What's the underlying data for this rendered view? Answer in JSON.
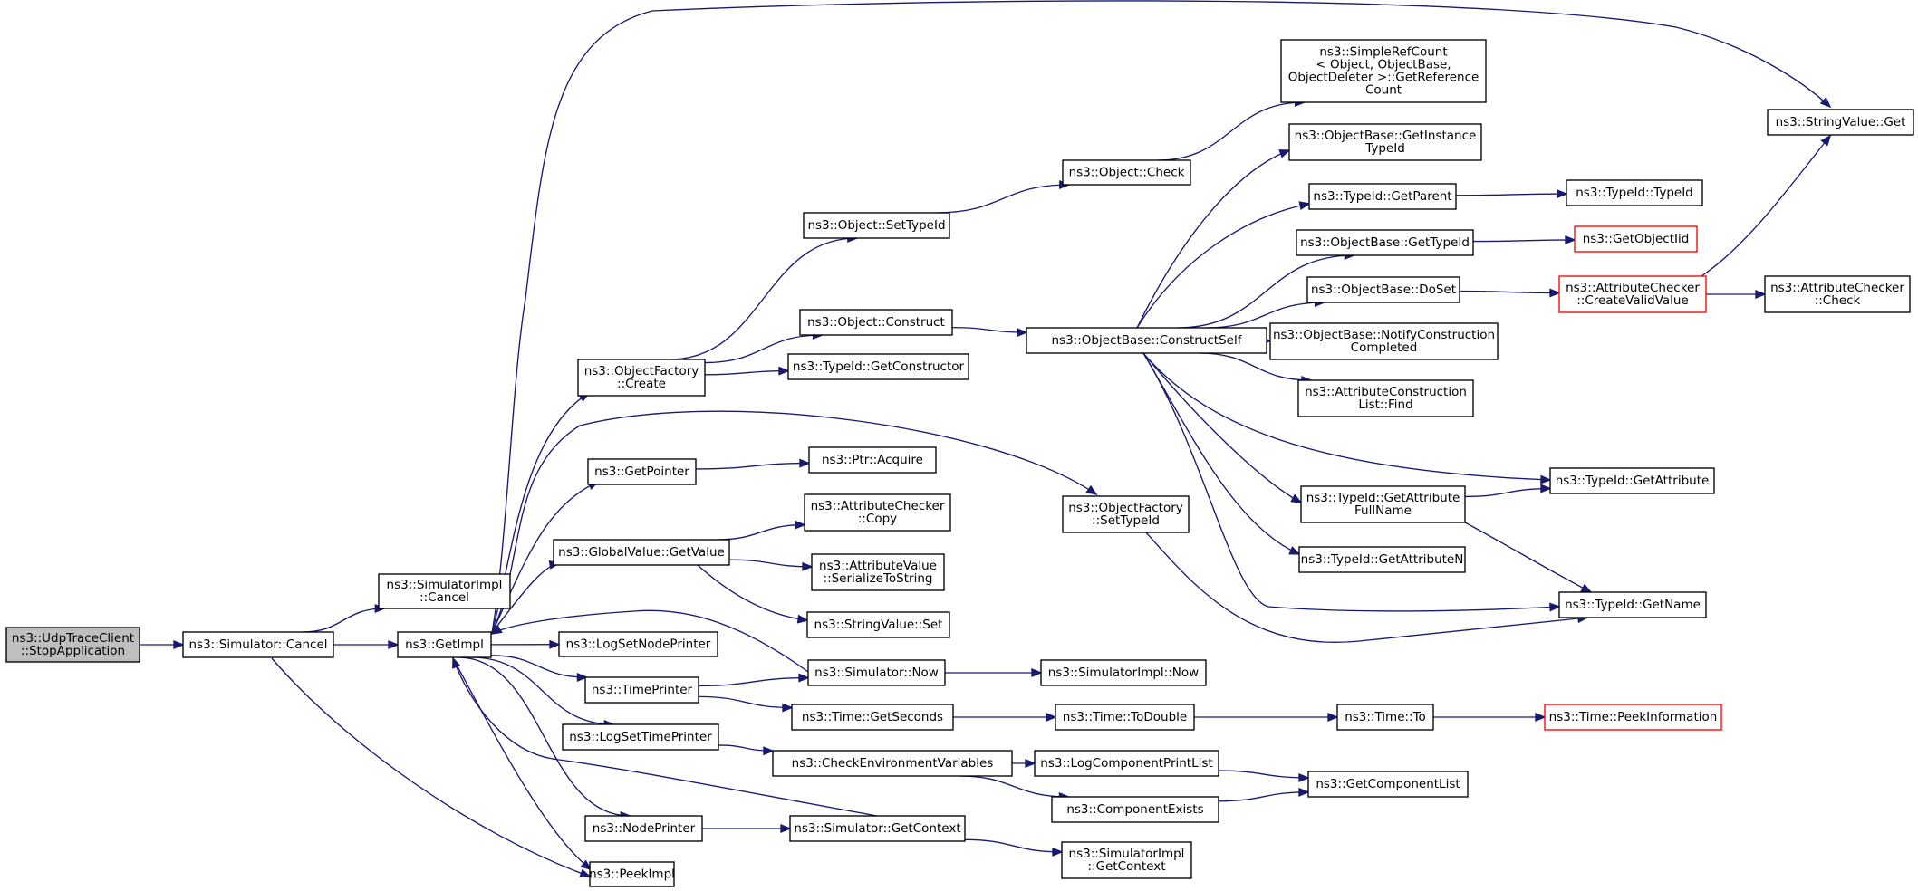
{
  "nodes": [
    {
      "id": "udp_stop",
      "lines": [
        "ns3::UdpTraceClient",
        "::StopApplication"
      ],
      "root": true
    },
    {
      "id": "sim_cancel",
      "lines": [
        "ns3::Simulator::Cancel"
      ]
    },
    {
      "id": "simimpl_cancel",
      "lines": [
        "ns3::SimulatorImpl",
        "::Cancel"
      ]
    },
    {
      "id": "getimpl",
      "lines": [
        "ns3::GetImpl"
      ]
    },
    {
      "id": "peekimpl",
      "lines": [
        "ns3::PeekImpl"
      ]
    },
    {
      "id": "of_create",
      "lines": [
        "ns3::ObjectFactory",
        "::Create"
      ]
    },
    {
      "id": "getpointer",
      "lines": [
        "ns3::GetPointer"
      ]
    },
    {
      "id": "gv_getvalue",
      "lines": [
        "ns3::GlobalValue::GetValue"
      ]
    },
    {
      "id": "logsetnodeprinter",
      "lines": [
        "ns3::LogSetNodePrinter"
      ]
    },
    {
      "id": "timeprinter",
      "lines": [
        "ns3::TimePrinter"
      ]
    },
    {
      "id": "logsettimeprinter",
      "lines": [
        "ns3::LogSetTimePrinter"
      ]
    },
    {
      "id": "nodeprinter",
      "lines": [
        "ns3::NodePrinter"
      ]
    },
    {
      "id": "obj_settypeid",
      "lines": [
        "ns3::Object::SetTypeId"
      ]
    },
    {
      "id": "obj_construct",
      "lines": [
        "ns3::Object::Construct"
      ]
    },
    {
      "id": "tid_getconstructor",
      "lines": [
        "ns3::TypeId::GetConstructor"
      ]
    },
    {
      "id": "ptr_acquire",
      "lines": [
        "ns3::Ptr::Acquire"
      ]
    },
    {
      "id": "ac_copy",
      "lines": [
        "ns3::AttributeChecker",
        "::Copy"
      ]
    },
    {
      "id": "av_serialize",
      "lines": [
        "ns3::AttributeValue",
        "::SerializeToString"
      ]
    },
    {
      "id": "sv_set",
      "lines": [
        "ns3::StringValue::Set"
      ]
    },
    {
      "id": "sim_now",
      "lines": [
        "ns3::Simulator::Now"
      ]
    },
    {
      "id": "time_getseconds",
      "lines": [
        "ns3::Time::GetSeconds"
      ]
    },
    {
      "id": "checkenv",
      "lines": [
        "ns3::CheckEnvironmentVariables"
      ]
    },
    {
      "id": "sim_getcontext",
      "lines": [
        "ns3::Simulator::GetContext"
      ]
    },
    {
      "id": "obj_check",
      "lines": [
        "ns3::Object::Check"
      ]
    },
    {
      "id": "ob_constructself",
      "lines": [
        "ns3::ObjectBase::ConstructSelf"
      ]
    },
    {
      "id": "of_settypeid",
      "lines": [
        "ns3::ObjectFactory",
        "::SetTypeId"
      ]
    },
    {
      "id": "simimpl_now",
      "lines": [
        "ns3::SimulatorImpl::Now"
      ]
    },
    {
      "id": "time_todouble",
      "lines": [
        "ns3::Time::ToDouble"
      ]
    },
    {
      "id": "logcomponentprintlist",
      "lines": [
        "ns3::LogComponentPrintList"
      ]
    },
    {
      "id": "componentexists",
      "lines": [
        "ns3::ComponentExists"
      ]
    },
    {
      "id": "simimpl_getcontext",
      "lines": [
        "ns3::SimulatorImpl",
        "::GetContext"
      ]
    },
    {
      "id": "srefcount",
      "lines": [
        "ns3::SimpleRefCount",
        "< Object, ObjectBase,",
        "ObjectDeleter >::GetReference",
        "Count"
      ]
    },
    {
      "id": "ob_getinstancetypeid",
      "lines": [
        "ns3::ObjectBase::GetInstance",
        "TypeId"
      ]
    },
    {
      "id": "tid_getparent",
      "lines": [
        "ns3::TypeId::GetParent"
      ]
    },
    {
      "id": "ob_gettypeid",
      "lines": [
        "ns3::ObjectBase::GetTypeId"
      ]
    },
    {
      "id": "ob_doset",
      "lines": [
        "ns3::ObjectBase::DoSet"
      ]
    },
    {
      "id": "ob_notify",
      "lines": [
        "ns3::ObjectBase::NotifyConstruction",
        "Completed"
      ]
    },
    {
      "id": "acl_find",
      "lines": [
        "ns3::AttributeConstruction",
        "List::Find"
      ]
    },
    {
      "id": "tid_getattributefullname",
      "lines": [
        "ns3::TypeId::GetAttribute",
        "FullName"
      ]
    },
    {
      "id": "tid_getattributen",
      "lines": [
        "ns3::TypeId::GetAttributeN"
      ]
    },
    {
      "id": "time_to",
      "lines": [
        "ns3::Time::To"
      ]
    },
    {
      "id": "getcomponentlist",
      "lines": [
        "ns3::GetComponentList"
      ]
    },
    {
      "id": "sv_get",
      "lines": [
        "ns3::StringValue::Get"
      ]
    },
    {
      "id": "tid_typeid",
      "lines": [
        "ns3::TypeId::TypeId"
      ]
    },
    {
      "id": "getobjectiid",
      "lines": [
        "ns3::GetObjectIid"
      ],
      "red": true
    },
    {
      "id": "ac_createvalidvalue",
      "lines": [
        "ns3::AttributeChecker",
        "::CreateValidValue"
      ],
      "red": true
    },
    {
      "id": "ac_check",
      "lines": [
        "ns3::AttributeChecker",
        "::Check"
      ]
    },
    {
      "id": "tid_getattribute",
      "lines": [
        "ns3::TypeId::GetAttribute"
      ]
    },
    {
      "id": "tid_getname",
      "lines": [
        "ns3::TypeId::GetName"
      ]
    },
    {
      "id": "time_peekinformation",
      "lines": [
        "ns3::Time::PeekInformation"
      ],
      "red": true
    }
  ],
  "edges": [
    [
      "udp_stop",
      "sim_cancel"
    ],
    [
      "sim_cancel",
      "simimpl_cancel"
    ],
    [
      "sim_cancel",
      "getimpl"
    ],
    [
      "sim_cancel",
      "peekimpl"
    ],
    [
      "getimpl",
      "sv_get"
    ],
    [
      "getimpl",
      "of_create"
    ],
    [
      "getimpl",
      "of_settypeid"
    ],
    [
      "getimpl",
      "getpointer"
    ],
    [
      "getimpl",
      "gv_getvalue"
    ],
    [
      "getimpl",
      "logsetnodeprinter"
    ],
    [
      "getimpl",
      "timeprinter"
    ],
    [
      "getimpl",
      "logsettimeprinter"
    ],
    [
      "getimpl",
      "nodeprinter"
    ],
    [
      "getimpl",
      "peekimpl"
    ],
    [
      "of_create",
      "obj_settypeid"
    ],
    [
      "of_create",
      "obj_construct"
    ],
    [
      "of_create",
      "tid_getconstructor"
    ],
    [
      "getpointer",
      "ptr_acquire"
    ],
    [
      "gv_getvalue",
      "ac_copy"
    ],
    [
      "gv_getvalue",
      "av_serialize"
    ],
    [
      "gv_getvalue",
      "sv_set"
    ],
    [
      "timeprinter",
      "sim_now"
    ],
    [
      "timeprinter",
      "time_getseconds"
    ],
    [
      "logsettimeprinter",
      "checkenv"
    ],
    [
      "nodeprinter",
      "sim_getcontext"
    ],
    [
      "sim_now",
      "getimpl"
    ],
    [
      "sim_now",
      "simimpl_now"
    ],
    [
      "sim_getcontext",
      "getimpl"
    ],
    [
      "sim_getcontext",
      "simimpl_getcontext"
    ],
    [
      "obj_settypeid",
      "obj_check"
    ],
    [
      "obj_check",
      "srefcount"
    ],
    [
      "obj_construct",
      "ob_constructself"
    ],
    [
      "time_getseconds",
      "time_todouble"
    ],
    [
      "time_todouble",
      "time_to"
    ],
    [
      "time_to",
      "time_peekinformation"
    ],
    [
      "checkenv",
      "logcomponentprintlist"
    ],
    [
      "checkenv",
      "componentexists"
    ],
    [
      "logcomponentprintlist",
      "getcomponentlist"
    ],
    [
      "componentexists",
      "getcomponentlist"
    ],
    [
      "of_settypeid",
      "tid_getname"
    ],
    [
      "ob_constructself",
      "ob_getinstancetypeid"
    ],
    [
      "ob_constructself",
      "tid_getparent"
    ],
    [
      "ob_constructself",
      "ob_gettypeid"
    ],
    [
      "ob_constructself",
      "ob_doset"
    ],
    [
      "ob_constructself",
      "ob_notify"
    ],
    [
      "ob_constructself",
      "acl_find"
    ],
    [
      "ob_constructself",
      "tid_getattribute"
    ],
    [
      "ob_constructself",
      "tid_getattributefullname"
    ],
    [
      "ob_constructself",
      "tid_getattributen"
    ],
    [
      "ob_constructself",
      "tid_getname"
    ],
    [
      "tid_getparent",
      "tid_typeid"
    ],
    [
      "ob_gettypeid",
      "getobjectiid"
    ],
    [
      "ob_doset",
      "ac_createvalidvalue"
    ],
    [
      "ac_createvalidvalue",
      "sv_get"
    ],
    [
      "ac_createvalidvalue",
      "ac_check"
    ],
    [
      "tid_getattributefullname",
      "tid_getattribute"
    ],
    [
      "tid_getattributefullname",
      "tid_getname"
    ]
  ]
}
